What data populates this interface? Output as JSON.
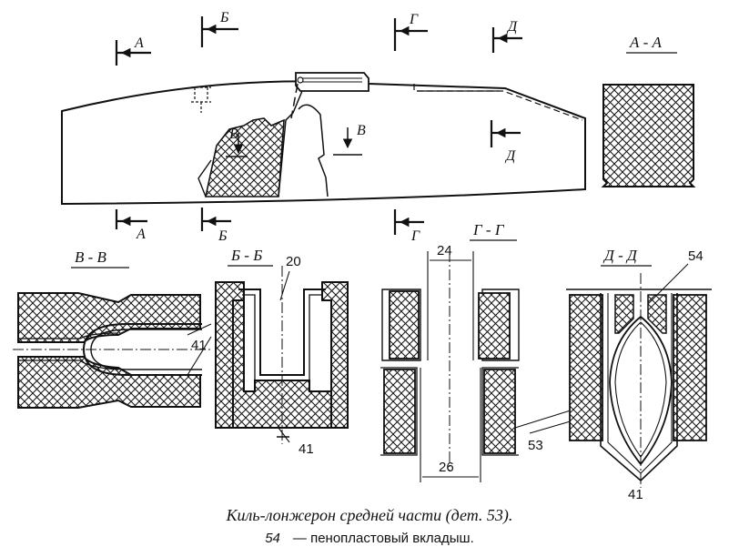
{
  "labels": {
    "A": "А",
    "B": "Б",
    "V": "В",
    "G": "Г",
    "D": "Д"
  },
  "sections": {
    "aa": "А - А",
    "vv": "В - В",
    "bb": "Б - Б",
    "gg": "Г - Г",
    "dd": "Д - Д"
  },
  "dimensions": {
    "d24": "24",
    "d26": "26"
  },
  "callouts": {
    "p20": "20",
    "p41": "41",
    "p53": "53",
    "p54": "54"
  },
  "caption": {
    "title": "Киль-лонжерон средней части (дет. 53).",
    "legend_number": "54",
    "legend_text": "— пенопластовый вкладыш."
  }
}
